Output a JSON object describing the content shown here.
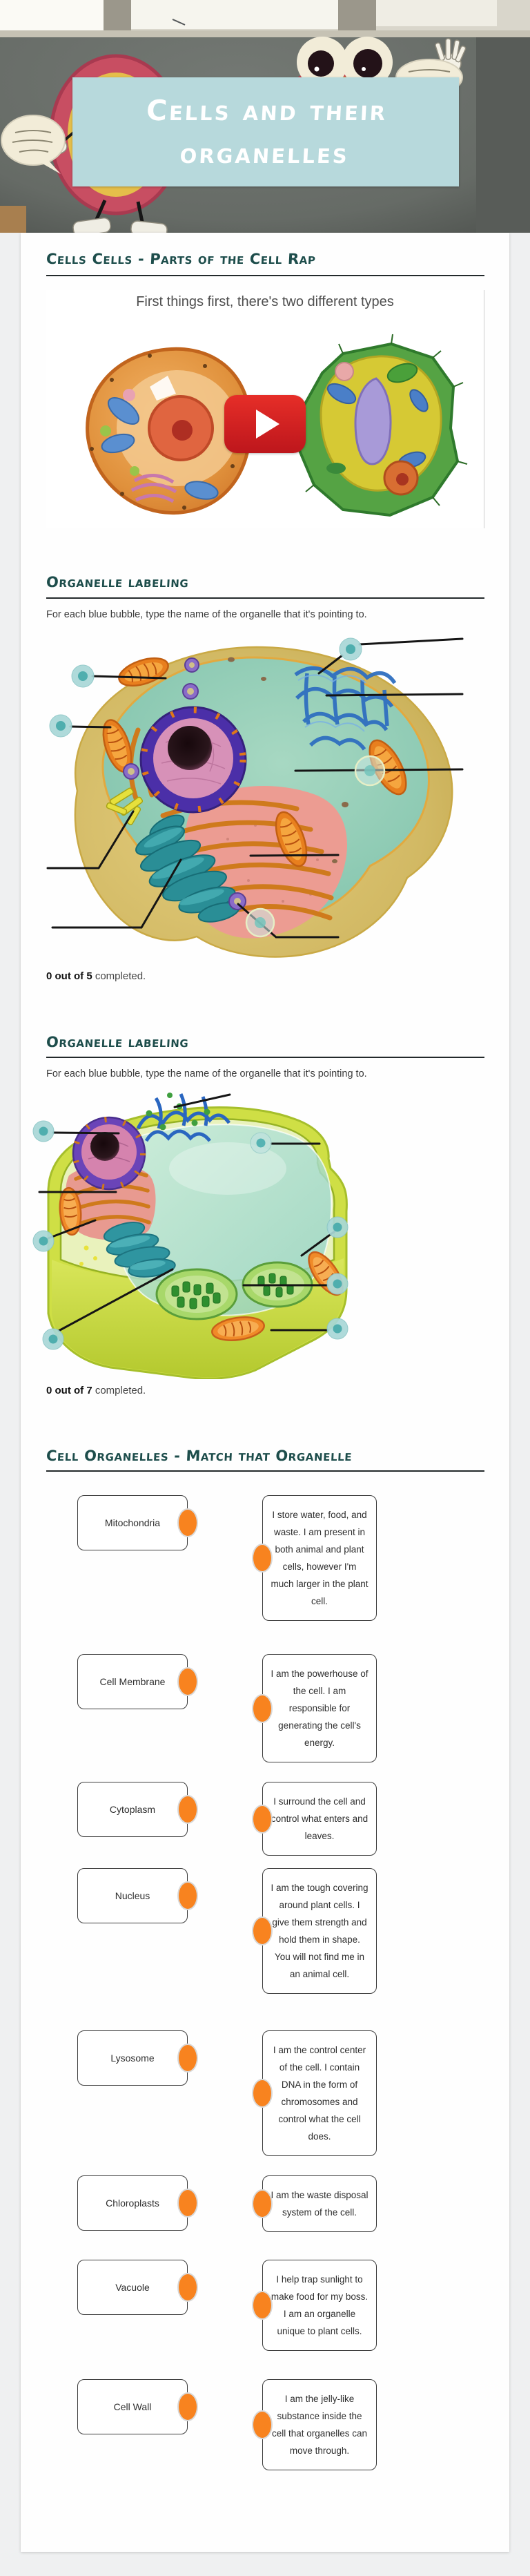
{
  "page_title": "Cells and their organelles",
  "colors": {
    "title_box_teal": "#B7D9DC",
    "heading_teal": "#1D4D4B",
    "accent_orange": "#F8831F",
    "bubble_teal": "#55B3B3",
    "play_red": "#E52D27"
  },
  "header": {
    "title": "Cells and their organelles"
  },
  "video_section": {
    "heading": "Cells Cells - Parts of the Cell Rap",
    "caption": "First things first, there's two different types",
    "play_icon": "play-icon"
  },
  "labeling_animal": {
    "heading": "Organelle labeling",
    "instruction": "For each blue bubble, type the name of the organelle that it's pointing to.",
    "bubble_count": 5,
    "completed_count": "0 out of 5",
    "completed_suffix": " completed."
  },
  "labeling_plant": {
    "heading": "Organelle labeling",
    "instruction": "For each blue bubble, type the name of the organelle that it's pointing to.",
    "bubble_count": 7,
    "completed_count": "0 out of 7",
    "completed_suffix": " completed."
  },
  "matching": {
    "heading": "Cell Organelles - Match that Organelle",
    "pairs": [
      {
        "term": "Mitochondria",
        "description": "I store water, food, and waste. I am present in both animal and plant cells, however I'm much larger in the plant cell."
      },
      {
        "term": "Cell Membrane",
        "description": "I am the powerhouse of the cell. I am responsible for generating the cell's energy."
      },
      {
        "term": "Cytoplasm",
        "description": "I surround the cell and control what enters and leaves."
      },
      {
        "term": "Nucleus",
        "description": "I am the tough covering around plant cells. I give them strength and hold them in shape. You will not find me in an animal cell."
      },
      {
        "term": "Lysosome",
        "description": "I am the control center of the cell. I contain DNA in the form of chromosomes and control what the cell does."
      },
      {
        "term": "Chloroplasts",
        "description": "I am the waste disposal system of the cell."
      },
      {
        "term": "Vacuole",
        "description": "I help trap sunlight to make food for my boss. I am an organelle unique to plant cells."
      },
      {
        "term": "Cell Wall",
        "description": "I am the jelly-like substance inside the cell that organelles can move through."
      }
    ]
  }
}
